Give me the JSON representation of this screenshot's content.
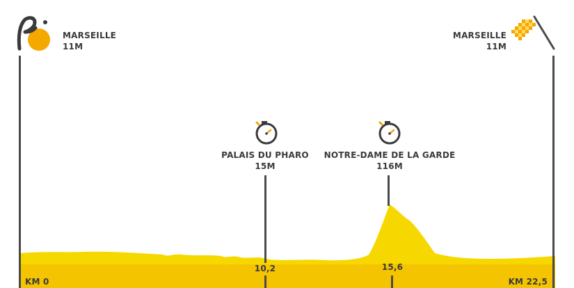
{
  "start": {
    "name": "MARSEILLE",
    "altitude": "11M",
    "km_label": "KM 0",
    "icon": "tour-de-france-logo-icon"
  },
  "finish": {
    "name": "MARSEILLE",
    "altitude": "11M",
    "km_label": "KM 22,5",
    "icon": "checkered-finish-flag-icon"
  },
  "checkpoints": [
    {
      "name": "PALAIS DU PHARO",
      "altitude": "15M",
      "km": "10,2",
      "icon": "stopwatch-icon"
    },
    {
      "name": "NOTRE-DAME DE LA GARDE",
      "altitude": "116M",
      "km": "15,6",
      "icon": "stopwatch-icon"
    }
  ],
  "colors": {
    "profile_fill": "#f7d700",
    "profile_band": "#f5c400",
    "poles": "#4a4a4a",
    "text": "#3a3a3a",
    "accent_orange": "#f5a800"
  }
}
